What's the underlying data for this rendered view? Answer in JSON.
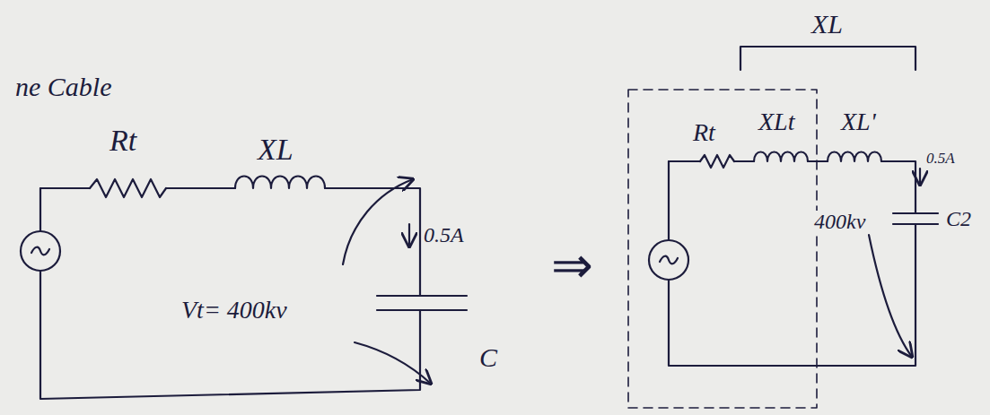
{
  "diagram": {
    "labels": [
      "ne Cable",
      "Rt",
      "XL",
      "0.5A",
      "Vt= 400kv",
      "C",
      "⇒",
      "XL",
      "Rt",
      "XLt",
      "XL'",
      "0.5A",
      "C2",
      "400kv"
    ]
  }
}
